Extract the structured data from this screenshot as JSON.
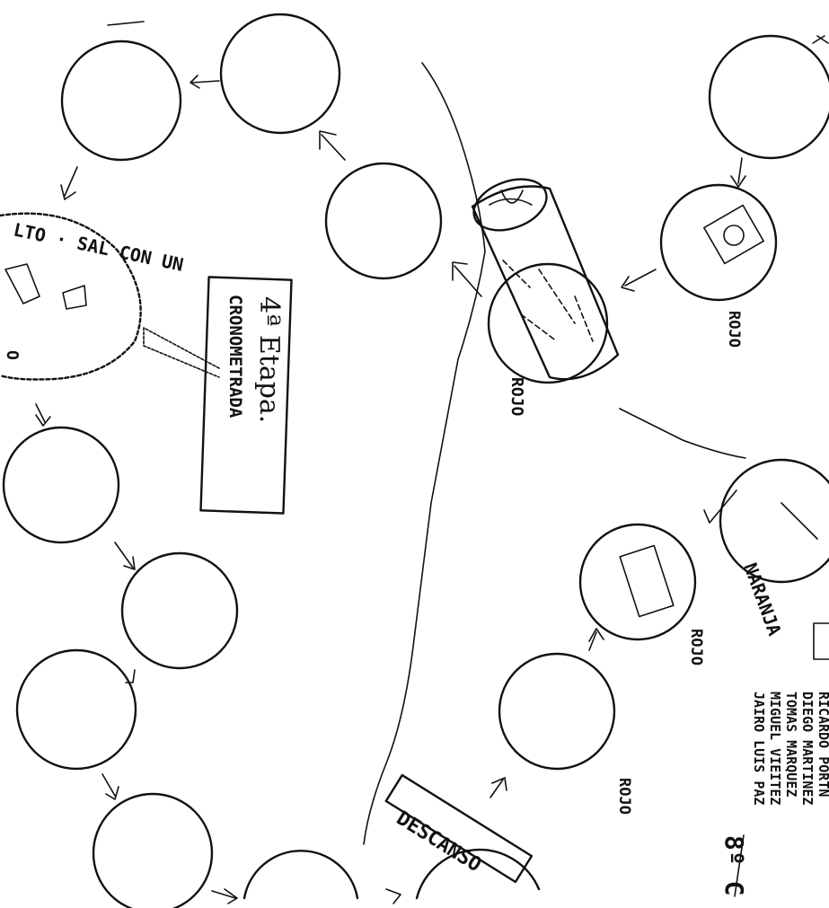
{
  "stage_sign": {
    "line1": "4ª Etapa.",
    "line2": "CRONOMETRADA"
  },
  "start_badge_text": "LTO · SAL CON UN",
  "start_badge_side": "O",
  "labels": {
    "rojo_1": "ROJO",
    "rojo_2": "ROJO",
    "rojo_3": "ROJO",
    "rojo_4": "ROJO",
    "naranja": "NARANJA",
    "descanso": "DESCANSO"
  },
  "credits": {
    "names": [
      "RICARDO PORTN",
      "DIEGO MARTINEZ",
      "TOMAS MARQUEZ",
      "MIGUEL VIEITEZ",
      "JAIRO LUIS PAZ"
    ],
    "class": "8º C"
  }
}
